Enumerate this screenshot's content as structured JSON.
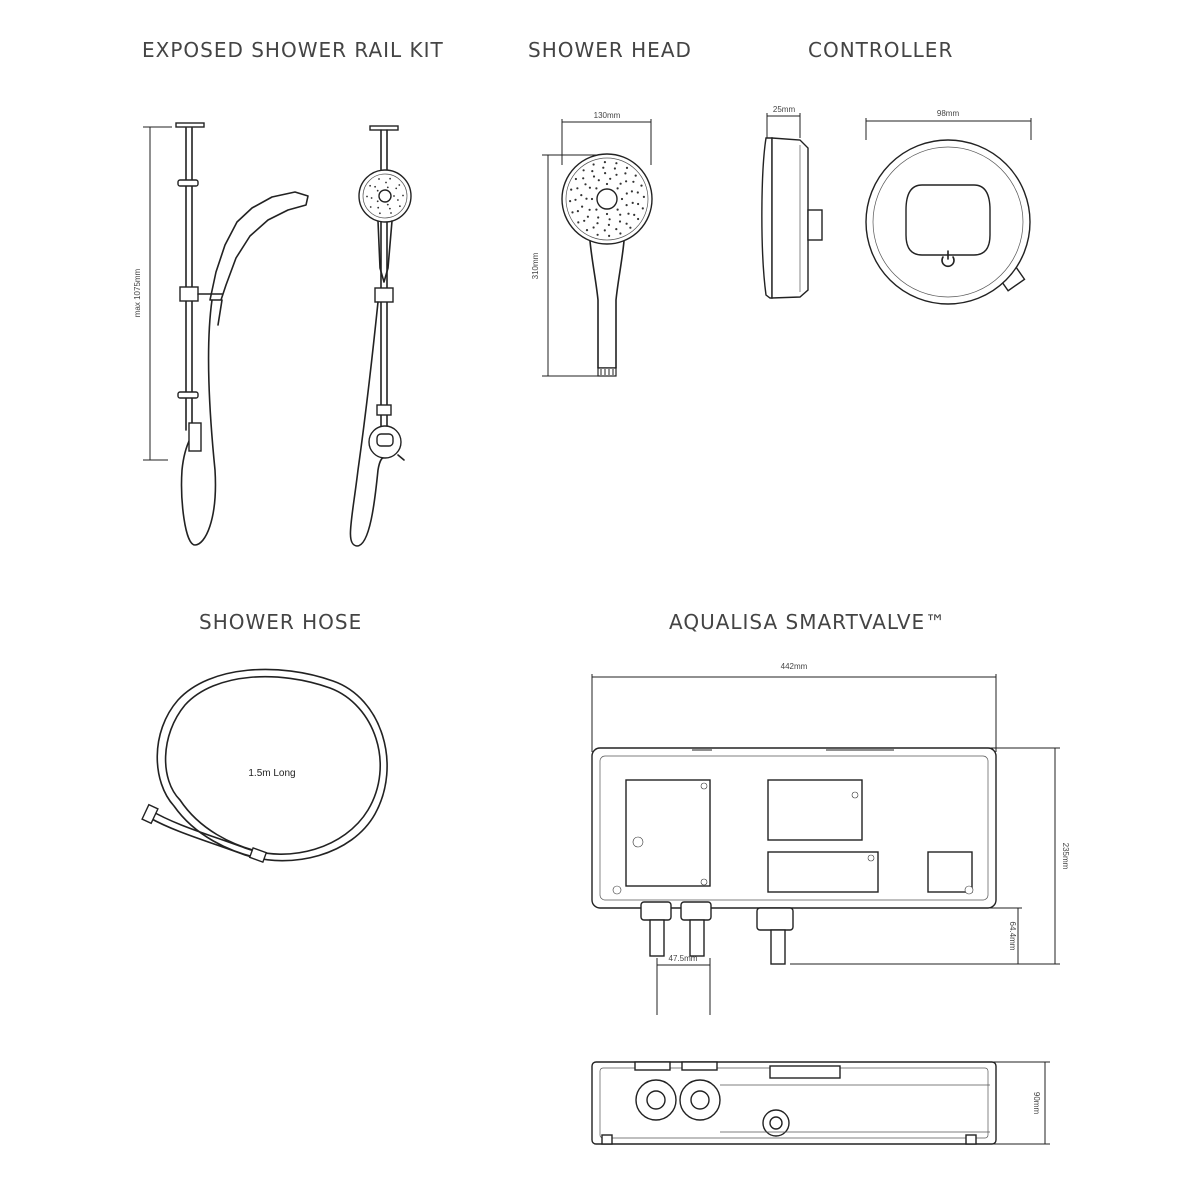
{
  "sections": {
    "rail_kit": {
      "title": "EXPOSED SHOWER RAIL KIT",
      "height_dim": "max 1075mm"
    },
    "shower_head": {
      "title": "SHOWER HEAD",
      "width_dim": "130mm",
      "height_dim": "310mm"
    },
    "controller": {
      "title": "CONTROLLER",
      "depth_dim": "25mm",
      "width_dim": "98mm"
    },
    "hose": {
      "title": "SHOWER HOSE",
      "length_label": "1.5m Long"
    },
    "smartvalve": {
      "title": "AQUALISA SMARTVALVE™",
      "width_dim": "442mm",
      "height_dim": "235mm",
      "outlet_dim": "64.4mm",
      "inlet_spacing_dim": "47.5mm",
      "depth_dim": "90mm"
    }
  }
}
